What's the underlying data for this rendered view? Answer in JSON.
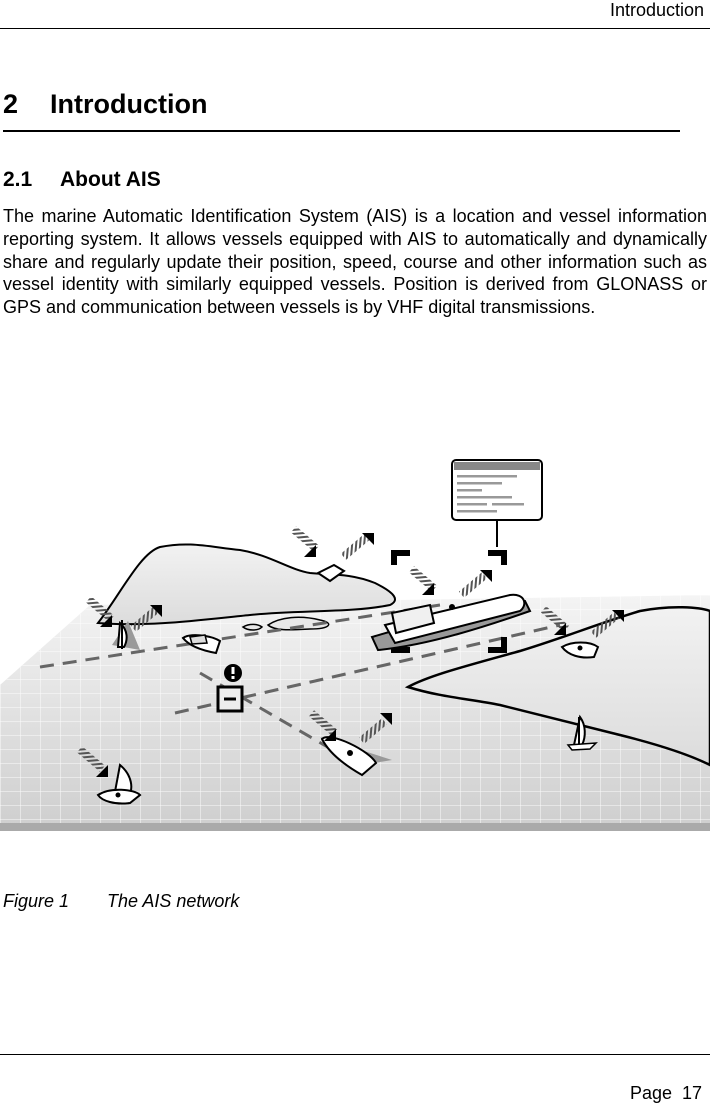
{
  "header": {
    "section": "Introduction"
  },
  "chapter": {
    "number": "2",
    "title": "Introduction"
  },
  "section": {
    "number": "2.1",
    "title": "About AIS"
  },
  "body": "The marine Automatic Identification System (AIS) is a location and vessel information reporting system. It allows vessels equipped with AIS to automatically and dynamically share and regularly update their position, speed, course and other information such as vessel identity with similarly equipped vessels. Position is derived from GLONASS or GPS and communication between vessels is by VHF digital transmissions.",
  "figure": {
    "caption_number": "Figure 1",
    "caption_title": "The AIS network",
    "icons": [
      "sailboat-icon",
      "motorboat-icon",
      "ship-icon",
      "dangerous-target-icon",
      "transmission-arrows-icon",
      "info-panel-icon"
    ]
  },
  "footer": {
    "page_label": "Page  17"
  }
}
